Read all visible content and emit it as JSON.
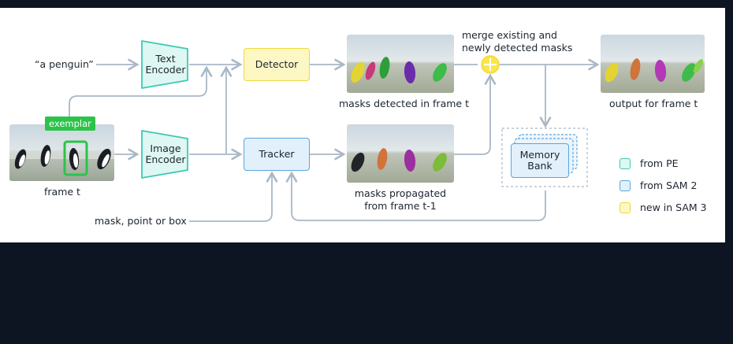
{
  "inputs": {
    "text_prompt": "“a penguin”",
    "exemplar_badge": "exemplar",
    "frame_label": "frame t",
    "prompt_label": "mask, point or box"
  },
  "nodes": {
    "text_encoder": "Text\nEncoder",
    "image_encoder": "Image\nEncoder",
    "detector": "Detector",
    "tracker": "Tracker",
    "memory_bank": "Memory\nBank"
  },
  "captions": {
    "detected": "masks detected in frame t",
    "propagated": "masks propagated\nfrom frame t-1",
    "merge": "merge existing and\nnewly detected masks",
    "output": "output for frame t"
  },
  "legend": [
    {
      "label": "from PE",
      "color": "#3cc9b4",
      "fill": "#dff7f2"
    },
    {
      "label": "from SAM 2",
      "color": "#5aa6dc",
      "fill": "#e1f0fb"
    },
    {
      "label": "new in SAM 3",
      "color": "#efd93a",
      "fill": "#fdf7c4"
    }
  ],
  "colors": {
    "arrow": "#a9b8c6",
    "teal": "#3cc9b4",
    "blue": "#5aa6dc",
    "yellow": "#efd93a",
    "exemplar": "#2cc34a"
  }
}
